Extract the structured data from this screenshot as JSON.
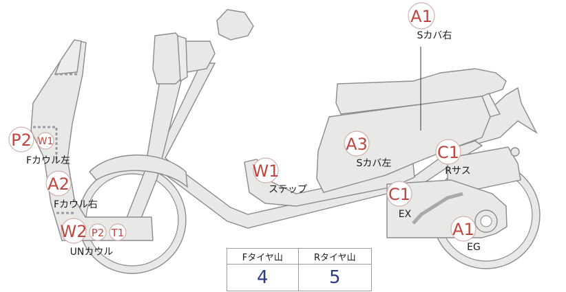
{
  "labels": [
    {
      "id": "seat-cover-right",
      "code": "A1",
      "name": "Sカバ右"
    },
    {
      "id": "seat-cover-left",
      "code": "A3",
      "name": "Sカバ左"
    },
    {
      "id": "rear-suspension",
      "code": "C1",
      "name": "Rサス"
    },
    {
      "id": "exhaust",
      "code": "C1",
      "name": "EX"
    },
    {
      "id": "engine",
      "code": "A1",
      "name": "EG"
    },
    {
      "id": "step",
      "code": "W1",
      "name": "ステップ"
    },
    {
      "id": "front-cowl-left",
      "code": "P2",
      "sub_code": "W1",
      "name": "Fカウル左"
    },
    {
      "id": "front-cowl-right",
      "code": "A2",
      "name": "Fカウル右"
    },
    {
      "id": "under-cowl",
      "code": "W2",
      "sub_codes": [
        "P2",
        "T1"
      ],
      "name": "UNカウル"
    }
  ],
  "tread_table": {
    "headers": [
      "Fタイヤ山",
      "Rタイヤ山"
    ],
    "values": [
      "4",
      "5"
    ]
  },
  "colors": {
    "code": "#c0453e",
    "tread_value": "#2b3b86",
    "body_fill": "#e8e8e6",
    "outline": "#8a8a8a"
  }
}
